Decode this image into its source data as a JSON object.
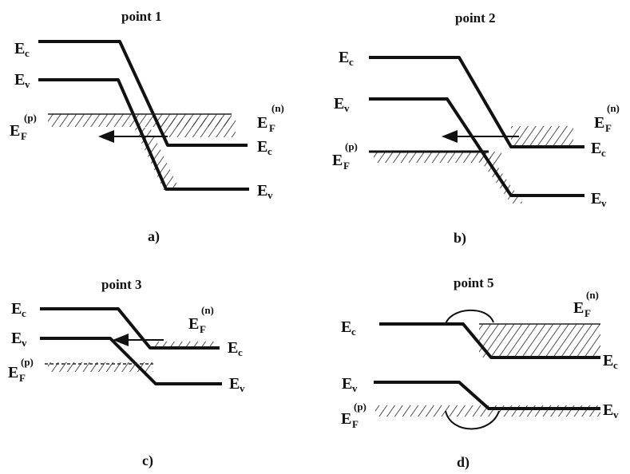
{
  "panels": [
    {
      "title": "point 1",
      "caption": "a)"
    },
    {
      "title": "point 2",
      "caption": "b)"
    },
    {
      "title": "point 3",
      "caption": "c)"
    },
    {
      "title": "point 5",
      "caption": "d)"
    }
  ],
  "labels": {
    "Ec_main": "E",
    "Ec_sub": "c",
    "Ev_main": "E",
    "Ev_sub": "v",
    "EF_main": "E",
    "EF_sub": "F",
    "p_sup": "(p)",
    "n_sup": "(n)"
  }
}
